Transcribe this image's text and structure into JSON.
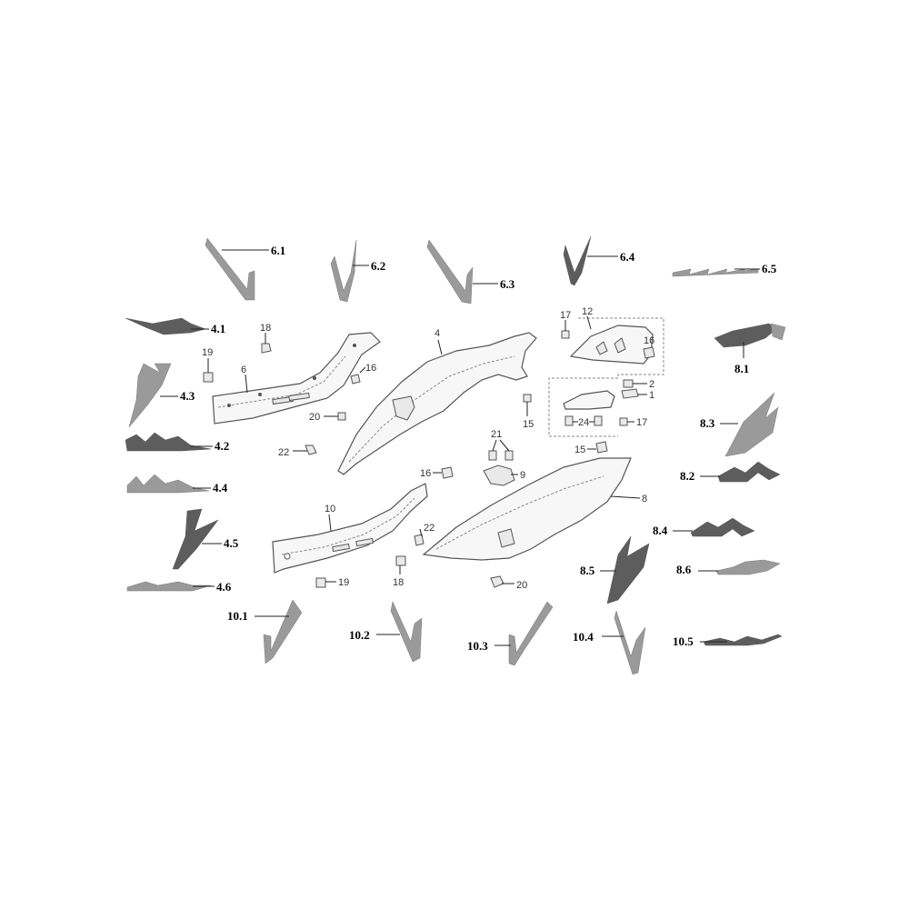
{
  "diagram": {
    "callouts": {
      "c_6_1": "6.1",
      "c_6_2": "6.2",
      "c_6_3": "6.3",
      "c_6_4": "6.4",
      "c_6_5": "6.5",
      "c_4_1": "4.1",
      "c_4_2": "4.2",
      "c_4_3": "4.3",
      "c_4_4": "4.4",
      "c_4_5": "4.5",
      "c_4_6": "4.6",
      "c_8_1": "8.1",
      "c_8_2": "8.2",
      "c_8_3": "8.3",
      "c_8_4": "8.4",
      "c_8_5": "8.5",
      "c_8_6": "8.6",
      "c_10_1": "10.1",
      "c_10_2": "10.2",
      "c_10_3": "10.3",
      "c_10_4": "10.4",
      "c_10_5": "10.5",
      "c_4": "4",
      "c_6": "6",
      "c_8": "8",
      "c_10": "10",
      "c_12": "12",
      "c_1": "1",
      "c_2": "2",
      "c_9": "9",
      "c_15a": "15",
      "c_15b": "15",
      "c_16a": "16",
      "c_16b": "16",
      "c_16c": "16",
      "c_17a": "17",
      "c_17b": "17",
      "c_18a": "18",
      "c_18b": "18",
      "c_19a": "19",
      "c_19b": "19",
      "c_20a": "20",
      "c_20b": "20",
      "c_21": "21",
      "c_22a": "22",
      "c_22b": "22",
      "c_24": "24"
    }
  }
}
